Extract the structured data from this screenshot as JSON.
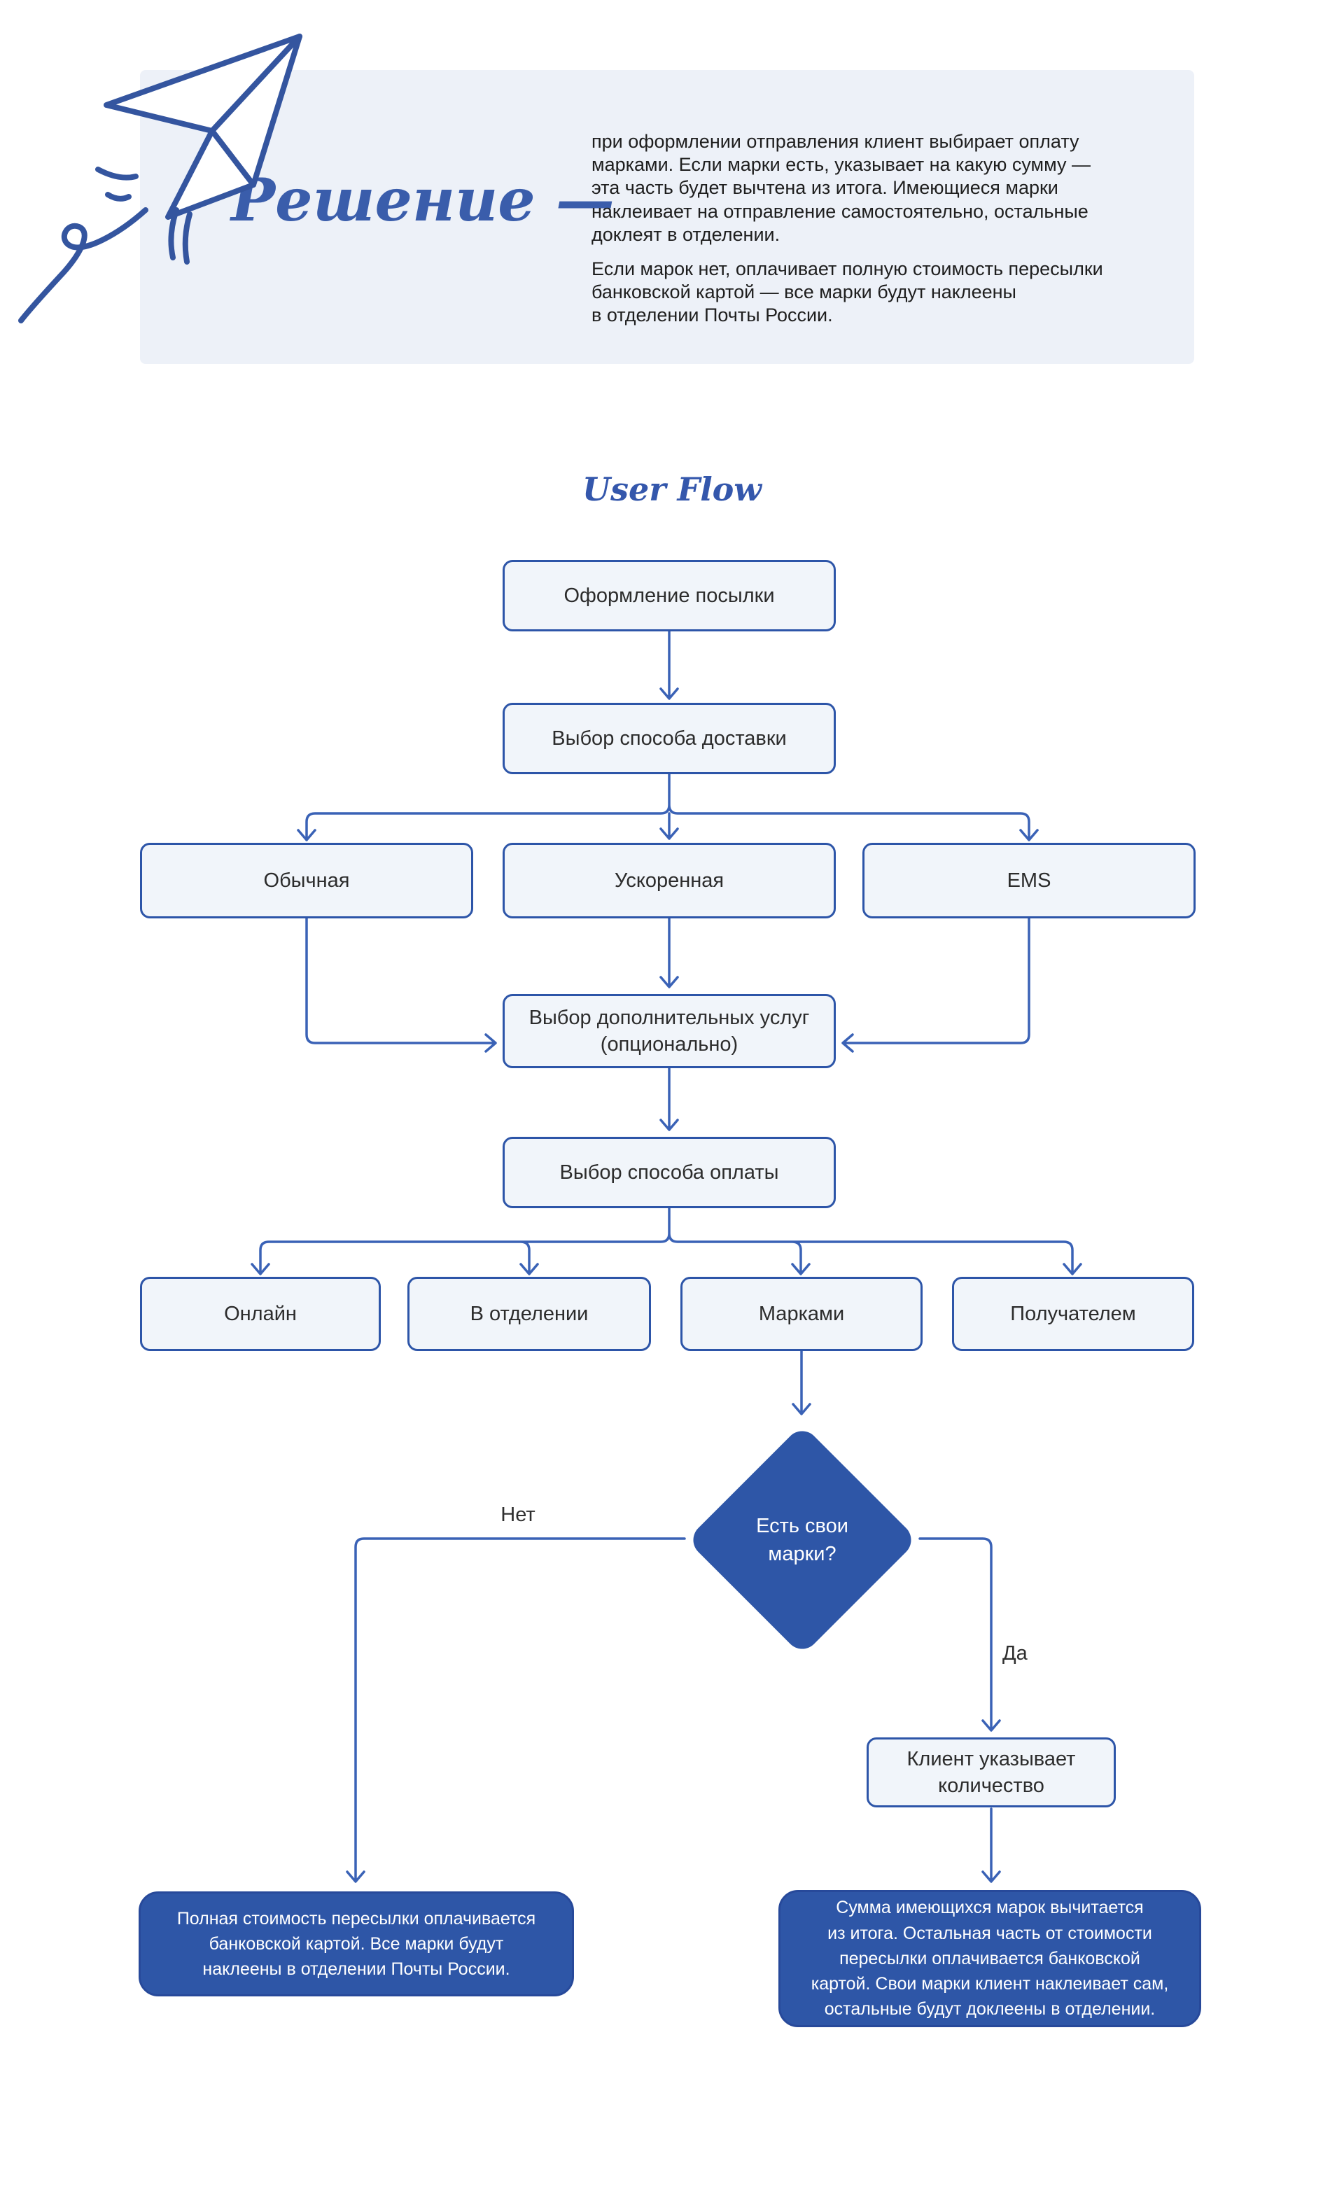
{
  "header": {
    "title": "Решение —",
    "paragraph1": "при оформлении отправления клиент выбирает оплату\nмарками. Если марки есть, указывает на какую сумму —\nэта часть будет вычтена из итога. Имеющиеся марки\nнаклеивает на отправление самостоятельно, остальные\nдоклеят в отделении.",
    "paragraph2": "Если марок нет, оплачивает полную стоимость пересылки\nбанковской картой — все марки будут наклеены\nв отделении Почты России."
  },
  "flow": {
    "title": "User Flow",
    "nodes": {
      "start": "Оформление посылки",
      "delivery": "Выбор способа доставки",
      "regular": "Обычная",
      "express": "Ускоренная",
      "ems": "EMS",
      "services": "Выбор дополнительных услуг\n(опционально)",
      "payment": "Выбор способа оплаты",
      "online": "Онлайн",
      "office": "В отделении",
      "stamps": "Марками",
      "recipient": "Получателем",
      "decision": "Есть свои\nмарки?",
      "quantity": "Клиент указывает\nколичество",
      "result_no": "Полная стоимость пересылки оплачивается\nбанковской картой. Все марки будут\nнаклеены в отделении Почты России.",
      "result_yes": "Сумма имеющихся марок вычитается\nиз итога. Остальная часть от стоимости\nпересылки оплачивается банковской\nкартой. Свои марки клиент наклеивает сам,\nостальные будут доклеены в отделении."
    },
    "branch_labels": {
      "no": "Нет",
      "yes": "Да"
    }
  },
  "colors": {
    "accent_blue": "#2e56a7",
    "line_blue": "#3a62b6",
    "light_box_fill": "#f1f5fa",
    "box_border": "#2d55a8",
    "panel_bg": "#edf1f8",
    "title_blue": "#3a5dab",
    "text_dark": "#1e1e1e",
    "text_white": "#ffffff"
  }
}
